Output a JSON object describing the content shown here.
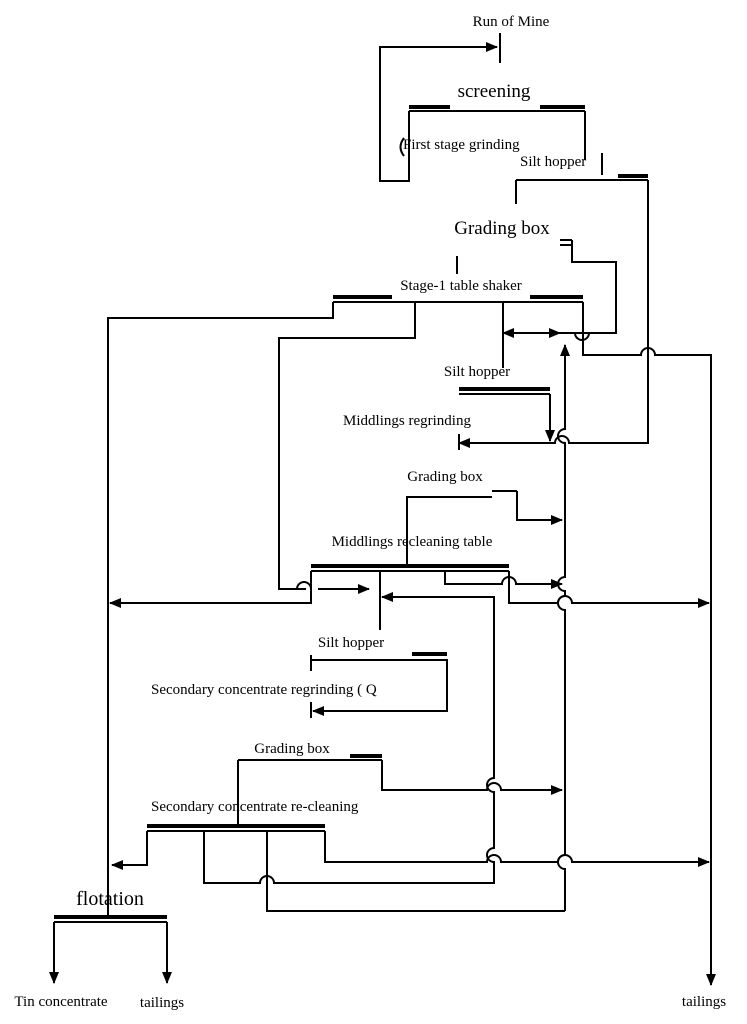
{
  "diagram": {
    "nodes": {
      "run_of_mine": "Run of Mine",
      "screening": "screening",
      "first_stage_grinding": "First stage grinding",
      "silt_hopper_1": "Silt hopper",
      "grading_box_1": "Grading box",
      "stage1_table_shaker": "Stage-1 table shaker",
      "silt_hopper_2": "Silt hopper",
      "middlings_regrinding": "Middlings regrinding",
      "grading_box_2": "Grading box",
      "middlings_recleaning_table": "Middlings recleaning table",
      "silt_hopper_3": "Silt hopper",
      "secondary_concentrate_regrinding": "Secondary concentrate regrinding ( Q",
      "grading_box_3": "Grading box",
      "secondary_concentrate_recleaning": "Secondary concentrate re-cleaning",
      "flotation": "flotation",
      "tin_concentrate": "Tin concentrate",
      "tailings_left": "tailings",
      "tailings_right": "tailings"
    }
  }
}
